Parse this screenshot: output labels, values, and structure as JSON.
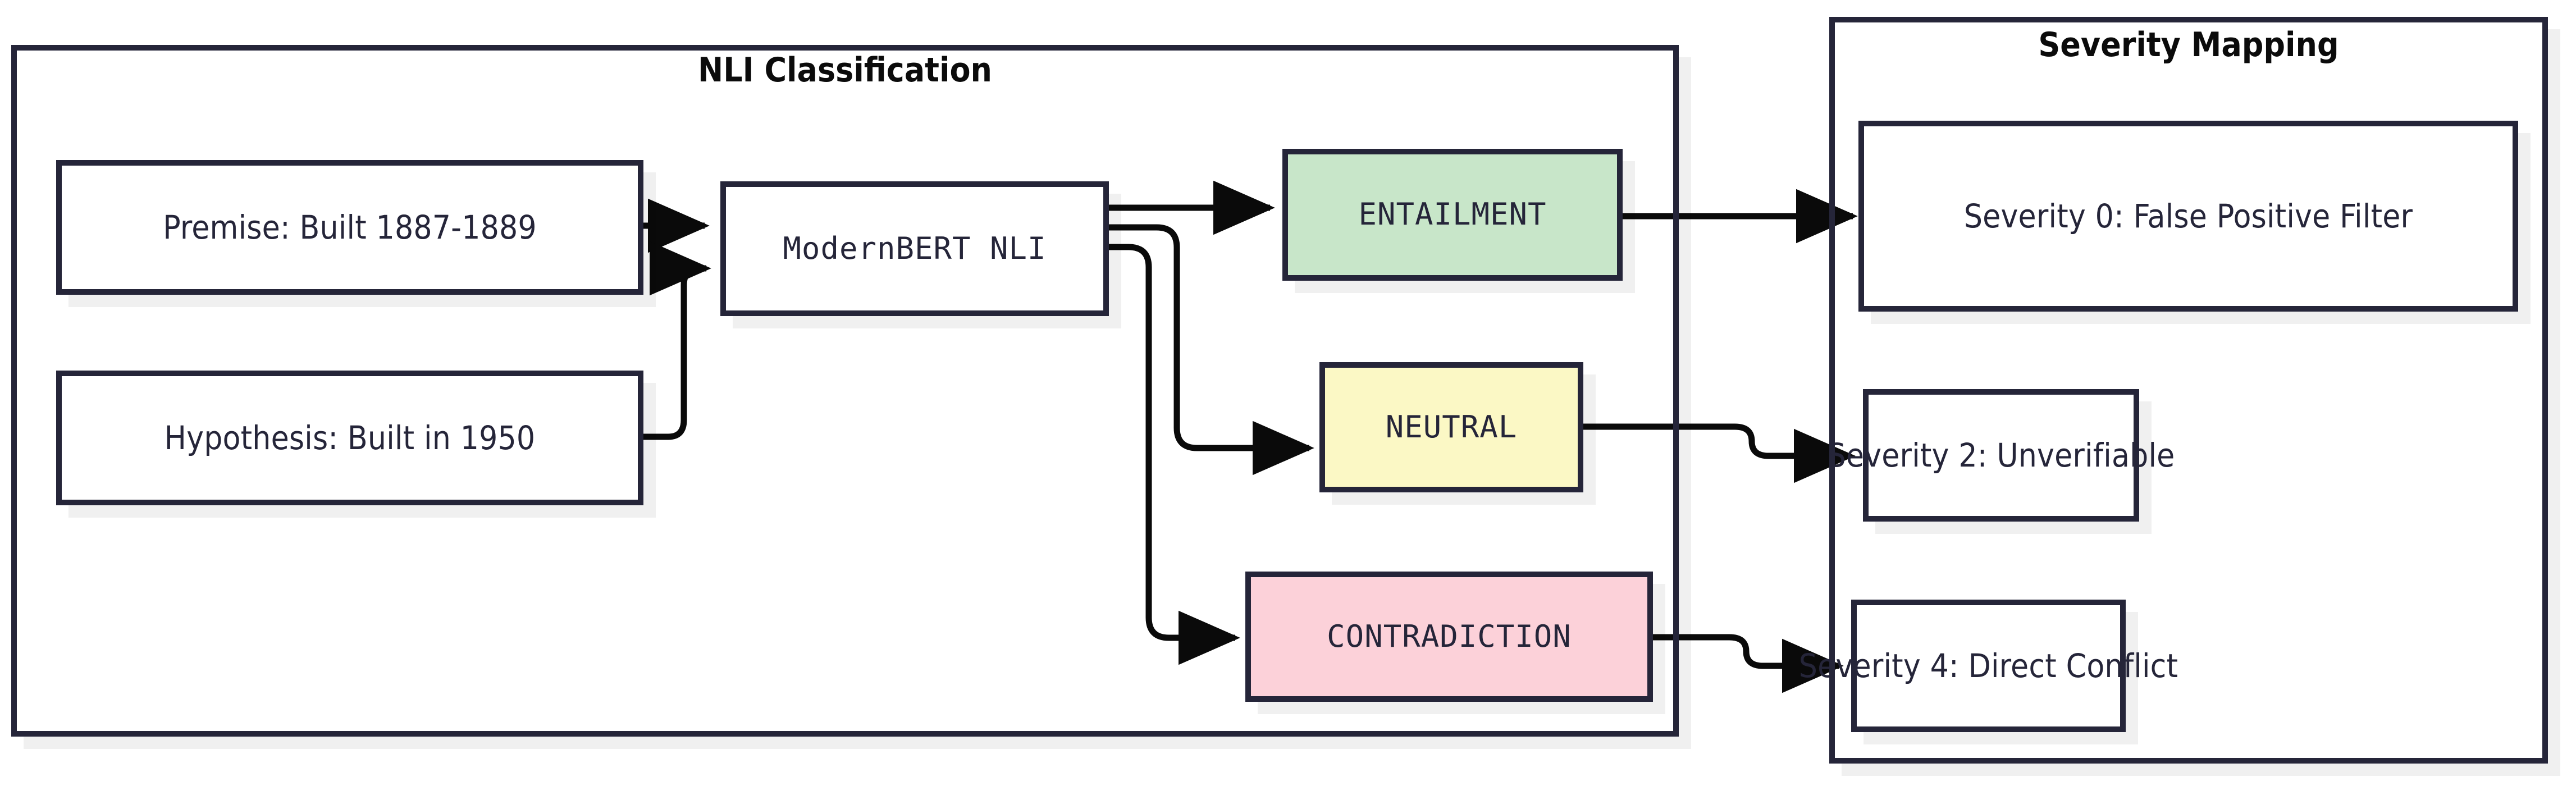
{
  "diagram": {
    "type": "flowchart",
    "direction": "left-to-right",
    "theme": {
      "stroke": "#252539",
      "text": "#252539",
      "background": "#ffffff",
      "shadow": "#efefef",
      "entailment_fill": "#c8e6c9",
      "neutral_fill": "#fbf8c5",
      "contradiction_fill": "#fcd1d9"
    },
    "subgraphs": [
      {
        "id": "nli",
        "title": "NLI Classification"
      },
      {
        "id": "severity",
        "title": "Severity Mapping"
      }
    ],
    "nodes": [
      {
        "id": "premise",
        "label": "Premise: Built 1887-1889",
        "group": "nli",
        "style": "plain"
      },
      {
        "id": "hypothesis",
        "label": "Hypothesis: Built in 1950",
        "group": "nli",
        "style": "plain"
      },
      {
        "id": "model",
        "label": "ModernBERT NLI",
        "group": "nli",
        "style": "mono"
      },
      {
        "id": "entailment",
        "label": "ENTAILMENT",
        "group": "nli",
        "style": "mono-green"
      },
      {
        "id": "neutral",
        "label": "NEUTRAL",
        "group": "nli",
        "style": "mono-yellow"
      },
      {
        "id": "contradiction",
        "label": "CONTRADICTION",
        "group": "nli",
        "style": "mono-pink"
      },
      {
        "id": "sev0",
        "label": "Severity 0: False Positive Filter",
        "group": "severity",
        "style": "plain"
      },
      {
        "id": "sev2",
        "label": "Severity 2: Unverifiable",
        "group": "severity",
        "style": "plain"
      },
      {
        "id": "sev4",
        "label": "Severity 4: Direct Conflict",
        "group": "severity",
        "style": "plain"
      }
    ],
    "edges": [
      {
        "from": "premise",
        "to": "model"
      },
      {
        "from": "hypothesis",
        "to": "model"
      },
      {
        "from": "model",
        "to": "entailment"
      },
      {
        "from": "model",
        "to": "neutral"
      },
      {
        "from": "model",
        "to": "contradiction"
      },
      {
        "from": "entailment",
        "to": "sev0"
      },
      {
        "from": "neutral",
        "to": "sev2"
      },
      {
        "from": "contradiction",
        "to": "sev4"
      }
    ]
  }
}
